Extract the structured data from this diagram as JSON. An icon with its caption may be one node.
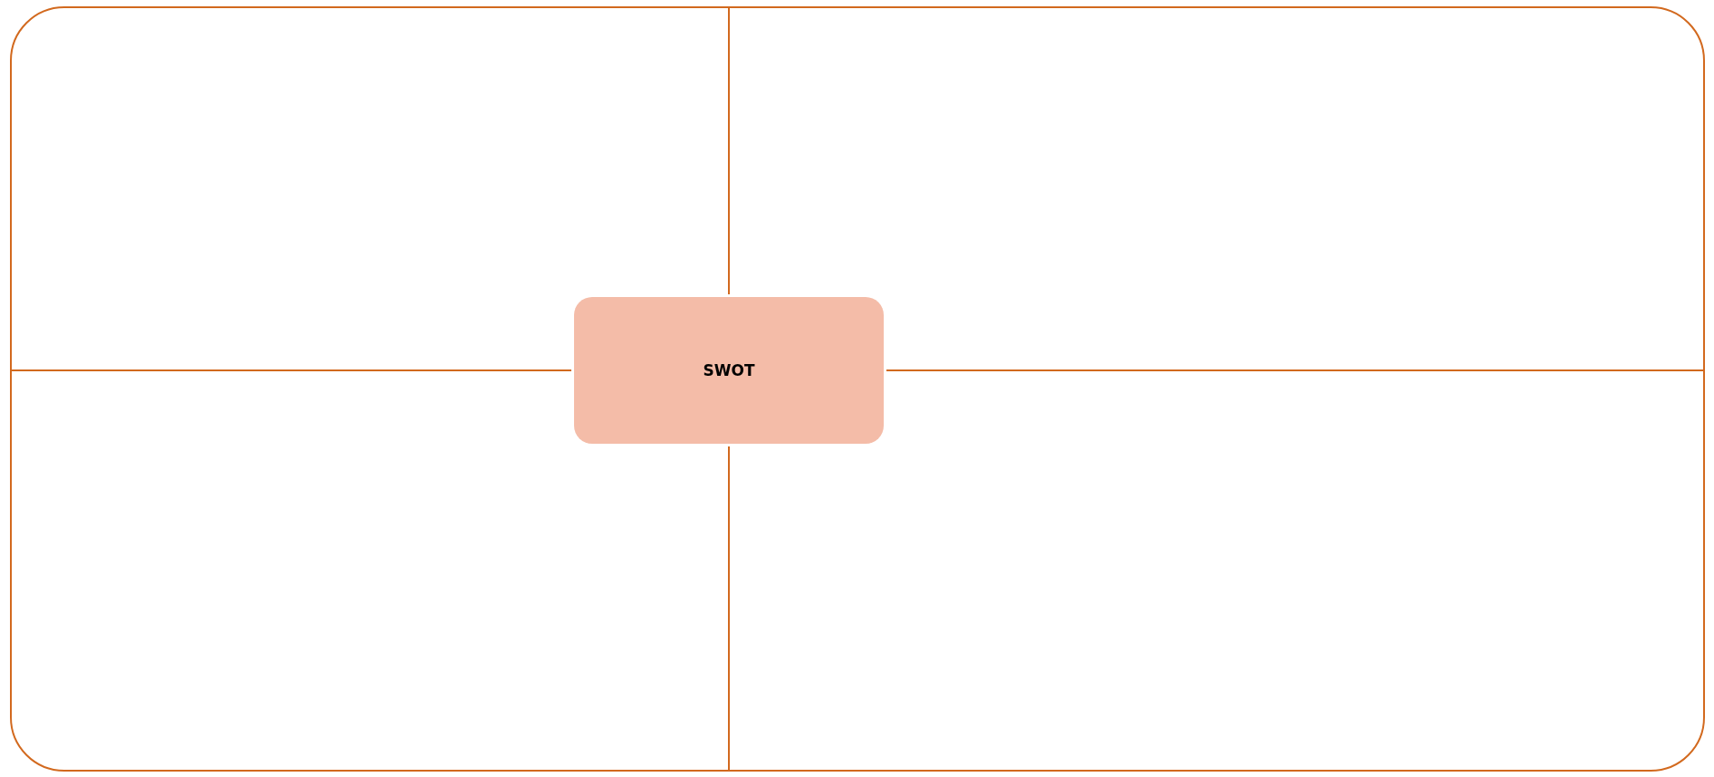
{
  "diagram": {
    "nodes": [
      {
        "text": [],
        "shape": "box"
      },
      {
        "text": [
          "SWOT"
        ],
        "in": 0
      }
    ]
  }
}
